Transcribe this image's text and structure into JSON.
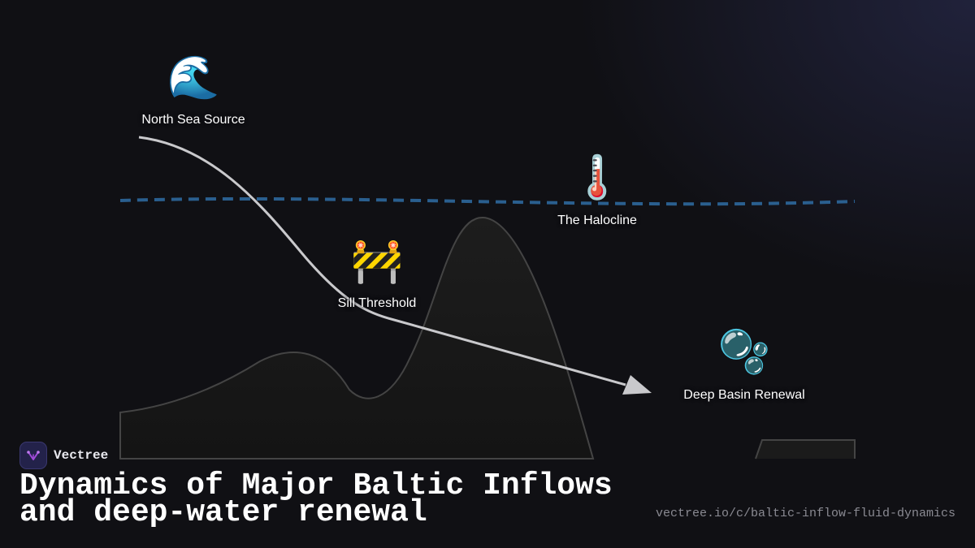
{
  "nodes": [
    {
      "id": "north-sea",
      "icon": "wave-icon",
      "glyph": "🌊",
      "label": "North Sea Source"
    },
    {
      "id": "sill",
      "icon": "construction-barrier-icon",
      "glyph": "🚧",
      "label": "Sill Threshold"
    },
    {
      "id": "halocline",
      "icon": "thermometer-icon",
      "glyph": "🌡️",
      "label": "The Halocline"
    },
    {
      "id": "deep-basin",
      "icon": "bubbles-icon",
      "glyph": "🫧",
      "label": "Deep Basin Renewal"
    }
  ],
  "brand": {
    "name": "Vectree",
    "logo_icon": "vectree-logo-icon"
  },
  "title": "Dynamics of Major Baltic Inflows and deep-water renewal",
  "url": "vectree.io/c/baltic-inflow-fluid-dynamics",
  "colors": {
    "background": "#101014",
    "halocline_line": "#2a5f8f",
    "flow_arrow": "#c9c9cc",
    "seabed_fill": "#1b1b1b",
    "seabed_stroke": "#444444",
    "brand_accent": "#a04ad8"
  }
}
